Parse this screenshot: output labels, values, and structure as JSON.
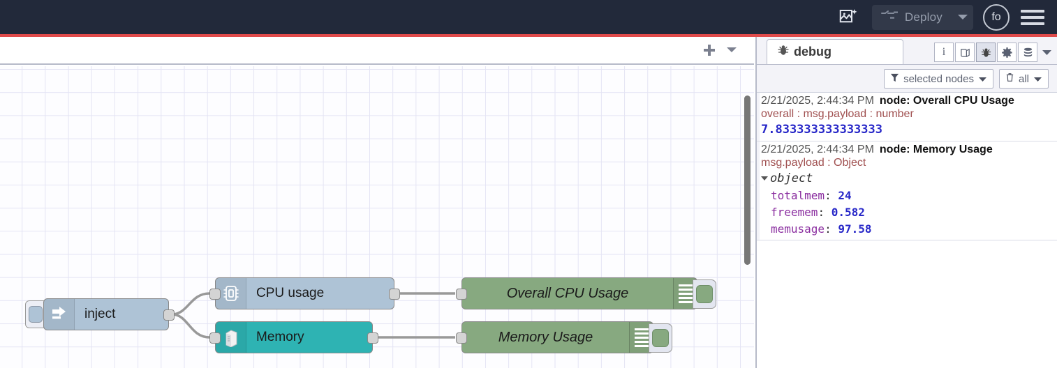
{
  "header": {
    "palette_icon": "image-sparkle-icon",
    "deploy_label": "Deploy",
    "deploy_icon": "deploy-node-icon",
    "deploy_caret_icon": "chevron-down-icon",
    "avatar_initials": "fo",
    "menu_icon": "hamburger-menu-icon",
    "accent_color": "#e04a4a",
    "background_color": "#22293a"
  },
  "workspace": {
    "add_tab_icon": "plus-icon",
    "tab_menu_icon": "chevron-down-icon",
    "nodes": [
      {
        "id": "inject",
        "label": "inject",
        "icon": "inject-arrow-icon",
        "color": "#aec3d6",
        "type": "inject"
      },
      {
        "id": "cpu-usage",
        "label": "CPU usage",
        "icon": "cpu-chip-icon",
        "color": "#aec3d6",
        "type": "function"
      },
      {
        "id": "memory",
        "label": "Memory",
        "icon": "server-tower-icon",
        "color": "#2eb3b3",
        "type": "function"
      },
      {
        "id": "overall-cpu-usage",
        "label": "Overall CPU Usage",
        "icon": "debug-bars-icon",
        "color": "#87a980",
        "type": "debug"
      },
      {
        "id": "memory-usage",
        "label": "Memory Usage",
        "icon": "debug-bars-icon",
        "color": "#87a980",
        "type": "debug"
      }
    ]
  },
  "sidebar": {
    "tab": {
      "label": "debug",
      "icon": "bug-icon"
    },
    "tools": [
      {
        "name": "info-tool",
        "icon": "i",
        "active": false
      },
      {
        "name": "help-tool",
        "icon": "book-icon",
        "active": false
      },
      {
        "name": "debug-tool",
        "icon": "bug-icon",
        "active": true
      },
      {
        "name": "config-tool",
        "icon": "gear-icon",
        "active": false
      },
      {
        "name": "context-tool",
        "icon": "database-icon",
        "active": false
      }
    ],
    "tools_caret_icon": "chevron-down-icon",
    "filter": {
      "nodes_label": "selected nodes",
      "nodes_icon": "funnel-icon",
      "nodes_caret_icon": "chevron-down-icon",
      "clear_label": "all",
      "clear_icon": "trash-icon",
      "clear_caret_icon": "chevron-down-icon"
    },
    "messages": [
      {
        "timestamp": "2/21/2025, 2:44:34 PM",
        "node": "node: Overall CPU Usage",
        "topic": "overall : msg.payload : number",
        "kind": "value",
        "value": "7.833333333333333"
      },
      {
        "timestamp": "2/21/2025, 2:44:34 PM",
        "node": "node: Memory Usage",
        "topic": "msg.payload : Object",
        "kind": "object",
        "object_label": "object",
        "properties": [
          {
            "key": "totalmem",
            "value": "24"
          },
          {
            "key": "freemem",
            "value": "0.582"
          },
          {
            "key": "memusage",
            "value": "97.58"
          }
        ]
      }
    ]
  }
}
